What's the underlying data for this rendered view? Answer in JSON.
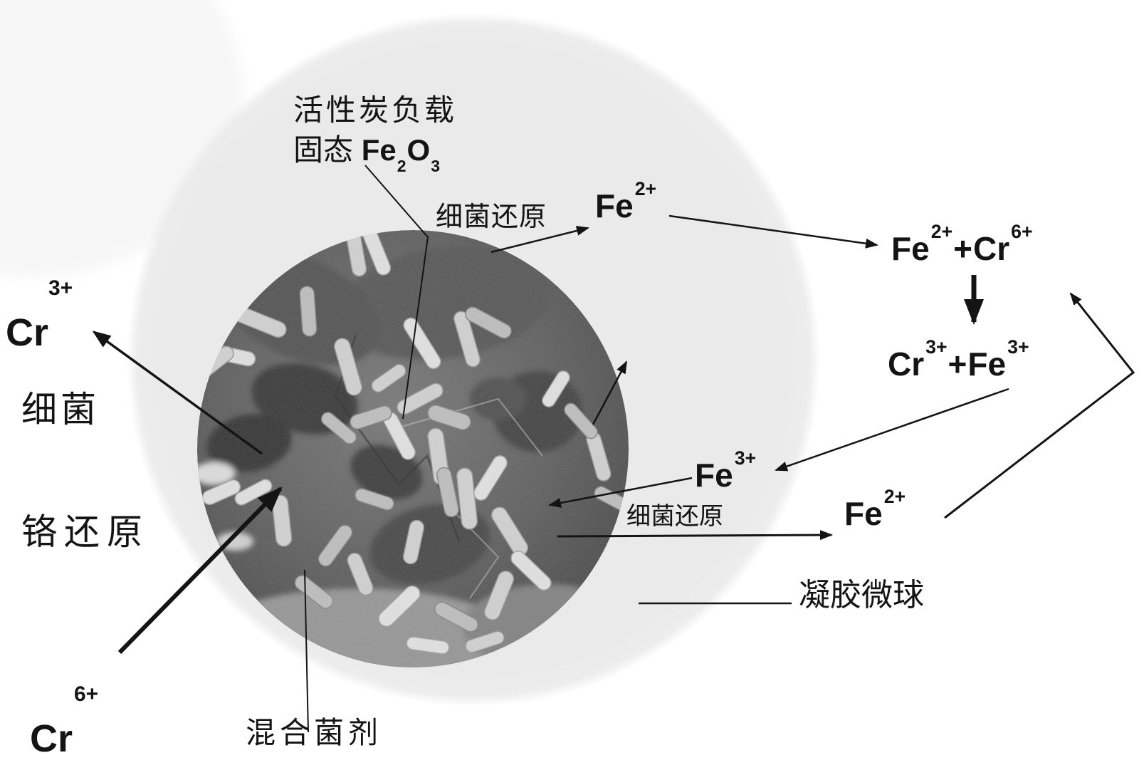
{
  "colors": {
    "background": "#ffffff",
    "microsphere_fill": "#eaeaea",
    "sem_base_gray": "#565656",
    "text_and_lines": "#141414"
  },
  "labels": {
    "activated_carbon_line1": "活性炭负载",
    "activated_carbon_line2_prefix": "固态",
    "bacterial_reduction_top": "细菌还原",
    "bacterial_reduction_right": "细菌还原",
    "bacteria_left": "细菌",
    "chromium_reduction_left": "铬还原",
    "mixed_inoculum_bottom": "混合菌剂",
    "gel_microsphere_right": "凝胶微球"
  },
  "formulas": {
    "fe2o3": {
      "base1": "Fe",
      "sub1": "2",
      "base2": "O",
      "sub2": "3"
    },
    "fe2_top": {
      "base": "Fe",
      "sup": "2+"
    },
    "fe2_plus_cr6": {
      "base1": "Fe",
      "sup1": "2+",
      "plus": "+",
      "base2": "Cr",
      "sup2": "6+"
    },
    "cr3_plus_fe3": {
      "base1": "Cr",
      "sup1": "3+",
      "plus": "+",
      "base2": "Fe",
      "sup2": "3+"
    },
    "fe3_right": {
      "base": "Fe",
      "sup": "3+"
    },
    "fe2_right": {
      "base": "Fe",
      "sup": "2+"
    },
    "cr3_left": {
      "base": "Cr",
      "sup": "3+"
    },
    "cr6_left": {
      "base": "Cr",
      "sup": "6+"
    }
  }
}
